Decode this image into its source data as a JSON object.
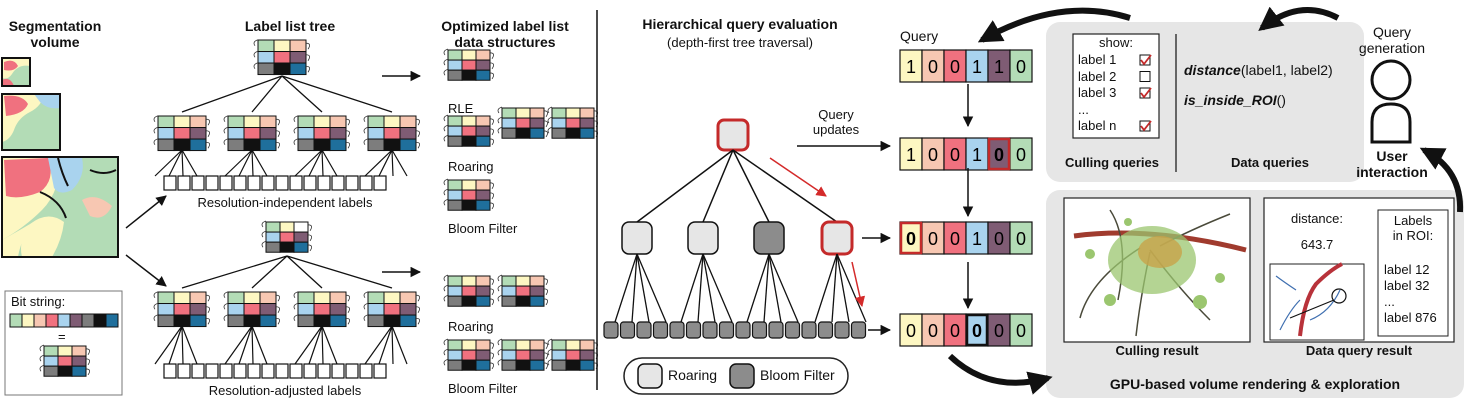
{
  "colors": {
    "green": "#b3dcb6",
    "yellow": "#fdf7c2",
    "pink": "#f0717f",
    "blue": "#a9d3ee",
    "peach": "#f7c7b2",
    "plum": "#7f5c74",
    "gray": "#7d7d7d",
    "black": "#111111",
    "teal": "#1f6f9c",
    "panel": "#e6e6e6",
    "accent_red": "#d42a2a"
  },
  "col1": {
    "title_line1": "Segmentation",
    "title_line2": "volume",
    "bitstring_label": "Bit string:",
    "equals": "="
  },
  "col2": {
    "title": "Label list tree",
    "caption_top": "Resolution-independent labels",
    "caption_bottom": "Resolution-adjusted labels"
  },
  "col3": {
    "title_line1": "Optimized label list",
    "title_line2": "data structures",
    "rle": "RLE",
    "roaring_top": "Roaring",
    "bloom_top": "Bloom Filter",
    "roaring_bottom": "Roaring",
    "bloom_bottom": "Bloom Filter"
  },
  "col4": {
    "title": "Hierarchical query evaluation",
    "subtitle": "(depth-first tree traversal)",
    "query_updates_line1": "Query",
    "query_updates_line2": "updates",
    "legend_roaring": "Roaring",
    "legend_bloom": "Bloom Filter"
  },
  "col5": {
    "query_label": "Query",
    "rows": [
      [
        "1",
        "0",
        "0",
        "1",
        "1",
        "0"
      ],
      [
        "1",
        "0",
        "0",
        "1",
        "0",
        "0"
      ],
      [
        "0",
        "0",
        "0",
        "1",
        "0",
        "0"
      ],
      [
        "0",
        "0",
        "0",
        "0",
        "0",
        "0"
      ]
    ]
  },
  "panel_top": {
    "show_label": "show:",
    "show_items": [
      "label 1",
      "label 2",
      "label 3",
      "...",
      "label n"
    ],
    "show_checked": [
      true,
      false,
      true,
      null,
      true
    ],
    "culling_label": "Culling queries",
    "data_query_1": "distance",
    "data_query_1_args": "(label1, label2)",
    "data_query_2": "is_inside_ROI",
    "data_query_2_args": "()",
    "data_label": "Data queries"
  },
  "panel_bottom": {
    "culling_result": "Culling result",
    "distance_label": "distance:",
    "distance_value": "643.7",
    "roi_title_line1": "Labels",
    "roi_title_line2": "in ROI:",
    "roi_items": [
      "label 12",
      "label 32",
      "...",
      "label 876"
    ],
    "data_result": "Data query result",
    "footer": "GPU-based volume rendering & exploration"
  },
  "user": {
    "query_gen_line1": "Query",
    "query_gen_line2": "generation",
    "interaction_line1": "User",
    "interaction_line2": "interaction"
  }
}
